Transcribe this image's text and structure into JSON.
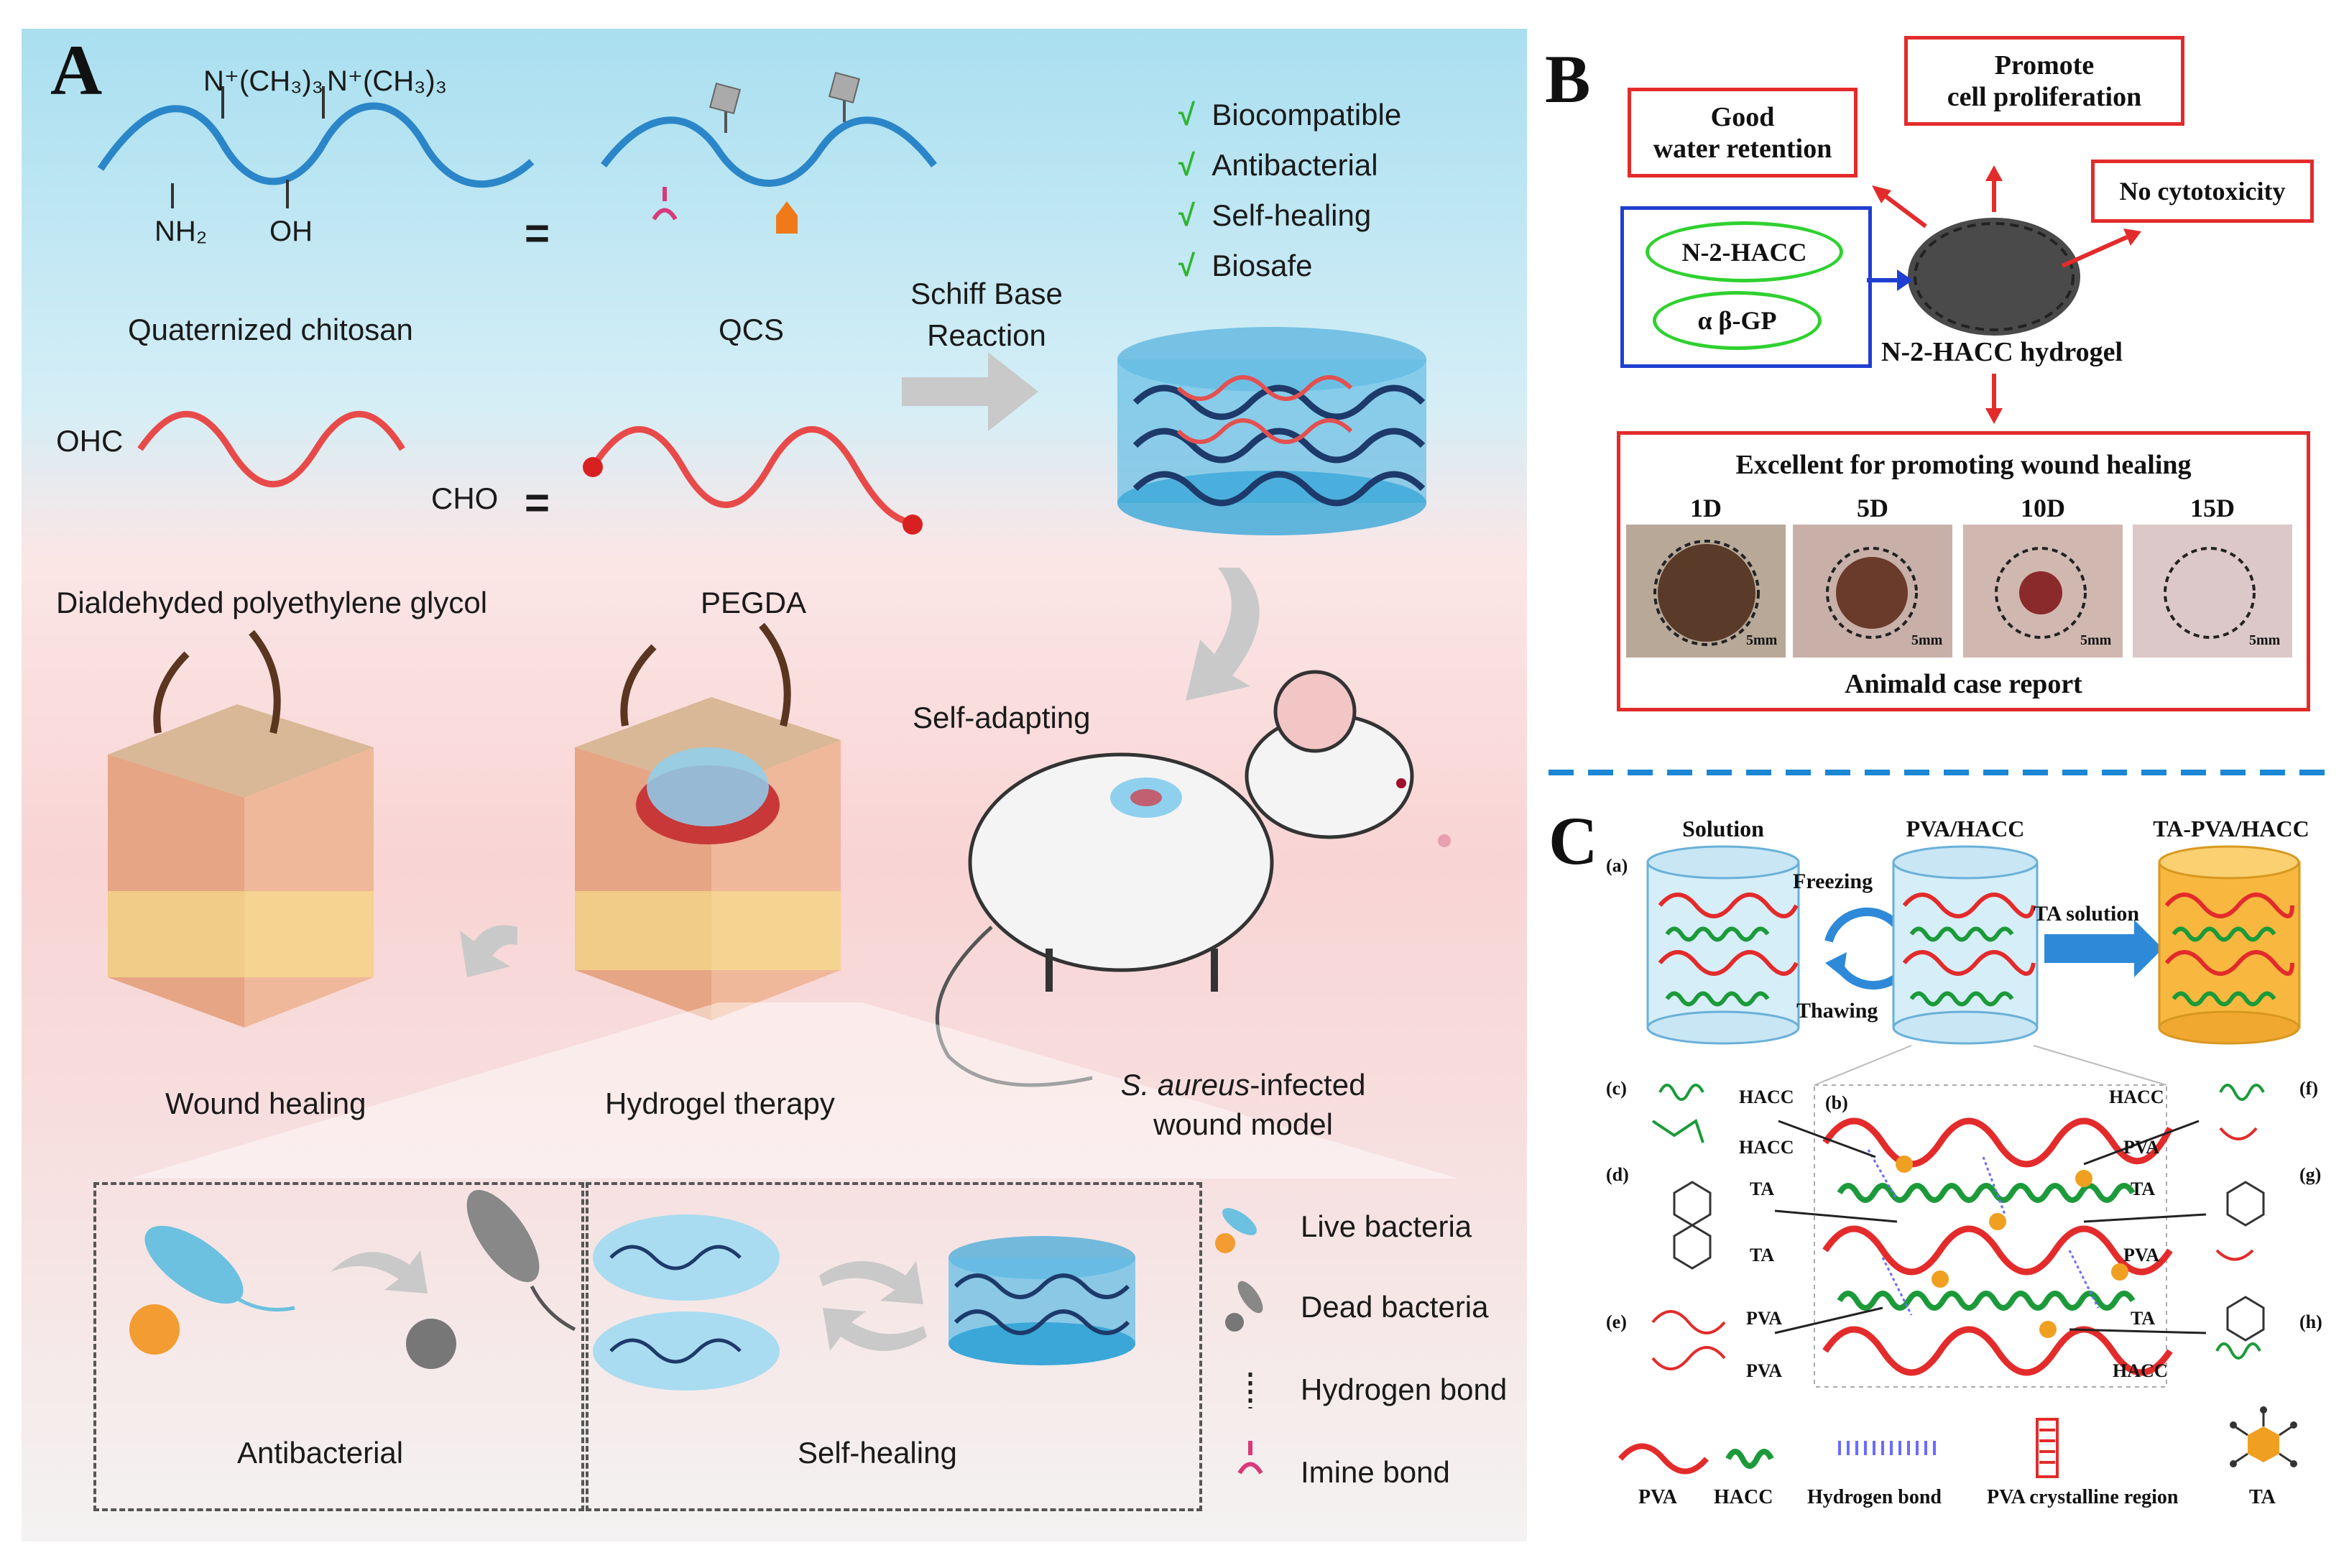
{
  "panel_a": {
    "letter": "A",
    "chitosan_label": "Quaternized chitosan",
    "chitosan_groups": {
      "n1": "N⁺(CH₃)₃",
      "n2": "N⁺(CH₃)₃",
      "nh2": "NH₂",
      "oh": "OH"
    },
    "qcs_label": "QCS",
    "equals": "=",
    "reaction_label": [
      "Schiff Base",
      "Reaction"
    ],
    "properties": [
      "Biocompatible",
      "Antibacterial",
      "Self-healing",
      "Biosafe"
    ],
    "check": "√",
    "peg_groups": {
      "ohc": "OHC",
      "cho": "CHO"
    },
    "peg_label": "Dialdehyded polyethylene glycol",
    "pegda_label": "PEGDA",
    "self_adapting": "Self-adapting",
    "wound_healing": "Wound healing",
    "hydrogel_therapy": "Hydrogel therapy",
    "model_label": [
      "S. aureus",
      "-infected",
      "wound model"
    ],
    "antibacterial_box": "Antibacterial",
    "selfhealing_box": "Self-healing",
    "legend": [
      "Live bacteria",
      "Dead bacteria",
      "Hydrogen bond",
      "Imine bond"
    ]
  },
  "panel_b": {
    "letter": "B",
    "water": [
      "Good",
      "water retention"
    ],
    "prolif": [
      "Promote",
      "cell proliferation"
    ],
    "cytotox": "No cytotoxicity",
    "inputs": [
      "N-2-HACC",
      "α β-GP"
    ],
    "hydrogel": "N-2-HACC hydrogel",
    "healing_title": "Excellent for promoting wound healing",
    "days": [
      "1D",
      "5D",
      "10D",
      "15D"
    ],
    "scale": "5mm",
    "caption": "Animald case report"
  },
  "panel_c": {
    "letter": "C",
    "step_a": "(a)",
    "solution": "Solution",
    "pva_hacc": "PVA/HACC",
    "ta_pva_hacc": "TA-PVA/HACC",
    "freezing": "Freezing",
    "thawing": "Thawing",
    "ta_solution": "TA solution",
    "sub": {
      "b": "(b)",
      "c": "(c)",
      "d": "(d)",
      "e": "(e)",
      "f": "(f)",
      "g": "(g)",
      "h": "(h)"
    },
    "left_pairs": [
      [
        "HACC",
        "HACC"
      ],
      [
        "TA",
        "TA"
      ],
      [
        "PVA",
        "PVA"
      ]
    ],
    "right_pairs": [
      [
        "HACC",
        "PVA"
      ],
      [
        "TA",
        "PVA"
      ],
      [
        "TA",
        "HACC"
      ]
    ],
    "legend": [
      "PVA",
      "HACC",
      "Hydrogen bond",
      "PVA crystalline region",
      "TA"
    ]
  },
  "colors": {
    "red": "#e32b2b",
    "blue": "#1f3fd1",
    "green": "#2fd12f",
    "check": "#2fb52f",
    "dash": "#1a86d4"
  }
}
